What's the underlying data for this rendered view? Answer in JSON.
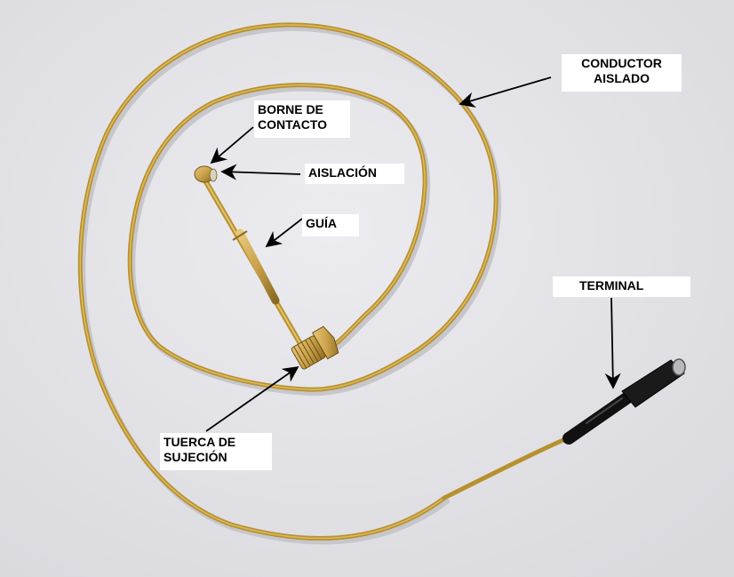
{
  "labels": {
    "conductor": {
      "line1": "CONDUCTOR",
      "line2": "AISLADO"
    },
    "borne": {
      "line1": "BORNE DE",
      "line2": "CONTACTO"
    },
    "aislacion": {
      "line1": "AISLACIÓN"
    },
    "guia": {
      "line1": "GUÍA"
    },
    "terminal": {
      "line1": "TERMINAL"
    },
    "tuerca": {
      "line1": "TUERCA DE",
      "line2": "SUJECIÓN"
    }
  },
  "colors": {
    "background": "#e4e4e8",
    "wire": "#b8912f",
    "wire_highlight": "#e3c36b",
    "brass": "#c9a14a",
    "sleeve": "#111111",
    "label_bg": "#ffffff",
    "arrow": "#000000"
  },
  "icons": {
    "pointer": "arrow-icon",
    "subject": "thermocouple-photo"
  }
}
